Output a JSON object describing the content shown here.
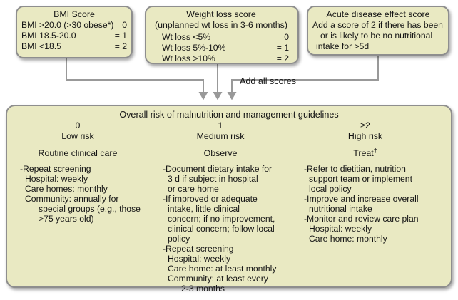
{
  "colors": {
    "box_fill": "#e9e9c2",
    "box_border": "#8e8e8e",
    "connector": "#999999",
    "text": "#151515"
  },
  "boxes": {
    "bmi": {
      "title": "BMI Score",
      "rows": [
        {
          "label": "BMI >20.0 (>30 obese*)",
          "score": "= 0"
        },
        {
          "label": "BMI 18.5-20.0",
          "score": "= 1"
        },
        {
          "label": "BMI <18.5",
          "score": "= 2"
        }
      ]
    },
    "weight_loss": {
      "title": "Weight loss score",
      "subtitle": "(unplanned wt loss in 3-6 months)",
      "rows": [
        {
          "label": "Wt loss <5%",
          "score": "= 0"
        },
        {
          "label": "Wt loss 5%-10%",
          "score": "= 1"
        },
        {
          "label": "Wt loss >10%",
          "score": "= 2"
        }
      ]
    },
    "acute_disease": {
      "title": "Acute disease effect score",
      "lines": [
        "Add a score of 2 if there has been",
        "or is likely to be no nutritional",
        "intake for >5d"
      ]
    }
  },
  "connector_label": "Add all scores",
  "overall": {
    "title": "Overall risk of malnutrition and management guidelines",
    "columns": [
      {
        "score": "0",
        "risk": "Low risk",
        "action": "Routine clinical care",
        "action_sup": "",
        "lines": [
          "-Repeat screening",
          "Hospital: weekly",
          "Care homes: monthly",
          "Community: annually for",
          "special groups (e.g., those",
          ">75 years old)"
        ]
      },
      {
        "score": "1",
        "risk": "Medium risk",
        "action": "Observe",
        "action_sup": "",
        "lines": [
          "-Document dietary intake for",
          "3 d if subject in hospital",
          "or care home",
          "-If improved or adequate",
          "intake, little clinical",
          "concern; if no improvement,",
          "clinical concern; follow local",
          "policy",
          "-Repeat screening",
          "Hospital: weekly",
          "Care home: at least monthly",
          "Community: at least every",
          "2-3 months"
        ]
      },
      {
        "score": "≥2",
        "risk": "High risk",
        "action": "Treat",
        "action_sup": "†",
        "lines": [
          "-Refer to dietitian, nutrition",
          "support team or implement",
          "local policy",
          "-Improve and increase overall",
          "nutritional intake",
          "-Monitor and review care plan",
          "Hospital: weekly",
          "Care home: monthly"
        ]
      }
    ]
  }
}
